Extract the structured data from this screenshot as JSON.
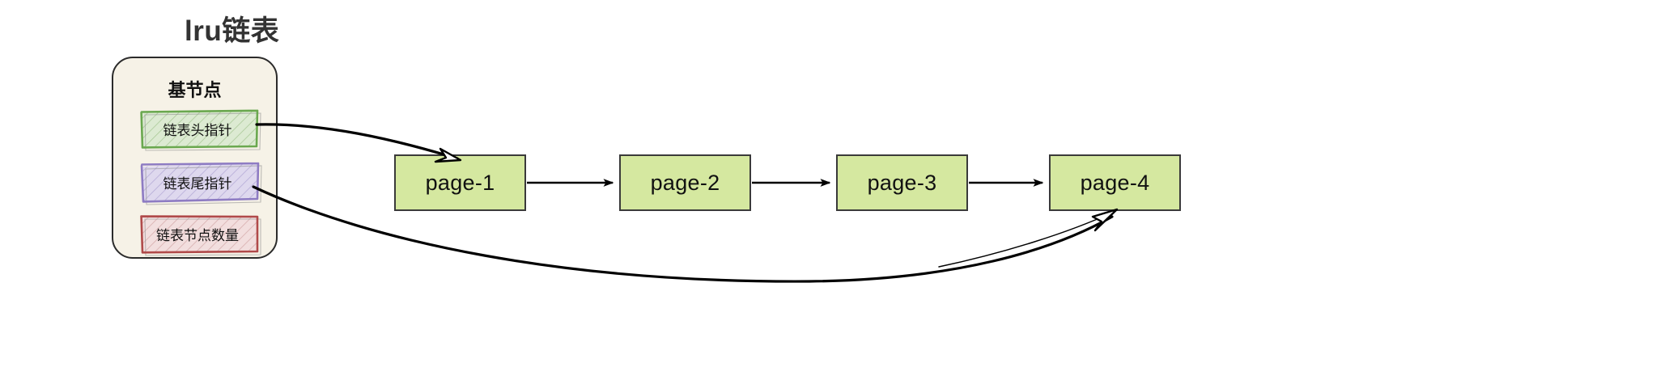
{
  "diagram": {
    "title": "lru链表",
    "type": "linked-list-diagram"
  },
  "base_node_panel": {
    "heading": "基节点",
    "fields": [
      {
        "label": "链表头指针",
        "stroke": "#6aa84f",
        "fill": "#dcead2",
        "hatch": "#9bbf86"
      },
      {
        "label": "链表尾指针",
        "stroke": "#8e7cc3",
        "fill": "#ded8ee",
        "hatch": "#a99dd0"
      },
      {
        "label": "链表节点数量",
        "stroke": "#b04a4a",
        "fill": "#f2dede",
        "hatch": "#cc9a9a"
      }
    ],
    "panel_fill": "#f6f2e7",
    "panel_stroke": "#2b2b2b"
  },
  "list_nodes": [
    {
      "label": "page-1"
    },
    {
      "label": "page-2"
    },
    {
      "label": "page-3"
    },
    {
      "label": "page-4"
    }
  ],
  "node_style": {
    "fill": "#d5e8a0",
    "stroke": "#3a3a3a"
  },
  "connections": [
    {
      "name": "head-pointer-to-page-1",
      "from": "链表头指针",
      "to": "page-1",
      "style": "curved-double"
    },
    {
      "name": "page-1-to-page-2",
      "from": "page-1",
      "to": "page-2",
      "style": "straight"
    },
    {
      "name": "page-2-to-page-3",
      "from": "page-2",
      "to": "page-3",
      "style": "straight"
    },
    {
      "name": "page-3-to-page-4",
      "from": "page-3",
      "to": "page-4",
      "style": "straight"
    },
    {
      "name": "tail-pointer-to-page-4",
      "from": "链表尾指针",
      "to": "page-4",
      "style": "curved-double"
    }
  ],
  "colors": {
    "background": "#ffffff",
    "title_text": "#333333",
    "arrow": "#000000"
  }
}
